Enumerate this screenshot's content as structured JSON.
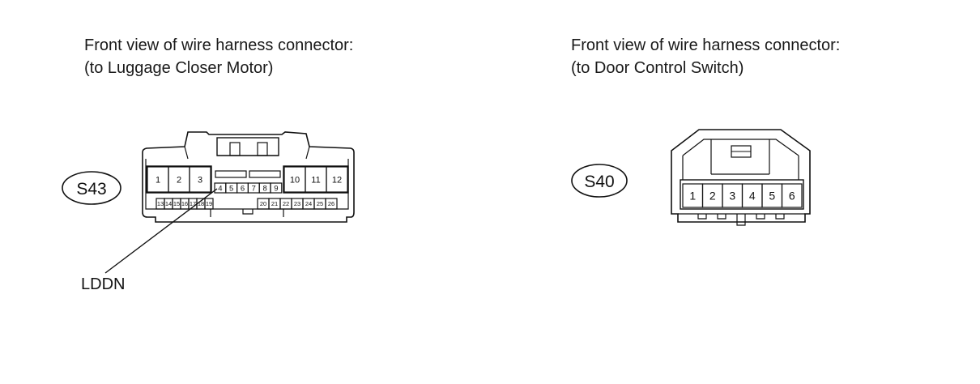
{
  "left_connector": {
    "caption_line1": "Front view of wire harness connector:",
    "caption_line2": "(to Luggage Closer Motor)",
    "code": "S43",
    "pins_row1_left": [
      "1",
      "2",
      "3"
    ],
    "pins_row1_right": [
      "10",
      "11",
      "12"
    ],
    "pins_row2": [
      "4",
      "5",
      "6",
      "7",
      "8",
      "9"
    ],
    "pins_row3_left": [
      "13",
      "14",
      "15",
      "16",
      "17",
      "18",
      "19"
    ],
    "pins_row3_right": [
      "20",
      "21",
      "22",
      "23",
      "24",
      "25",
      "26"
    ],
    "callout_label": "LDDN"
  },
  "right_connector": {
    "caption_line1": "Front view of wire harness connector:",
    "caption_line2": "(to Door Control Switch)",
    "code": "S40",
    "pins": [
      "1",
      "2",
      "3",
      "4",
      "5",
      "6"
    ]
  }
}
